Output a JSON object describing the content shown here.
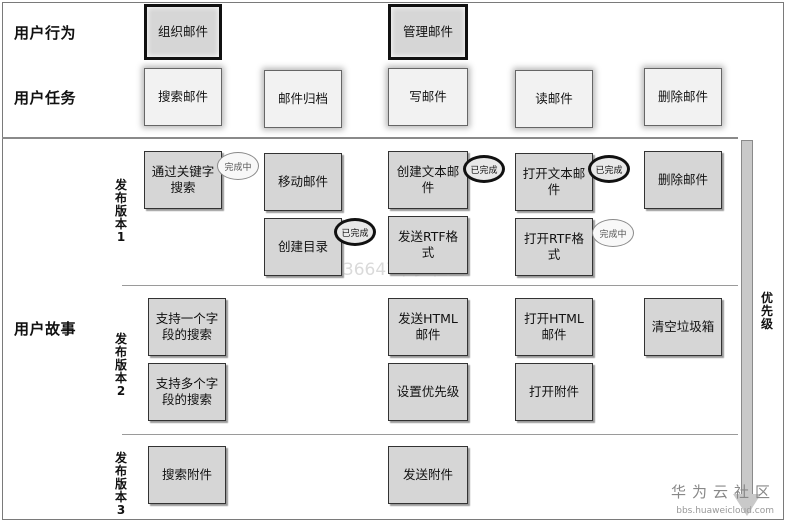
{
  "sections": {
    "user_activities": "用户行为",
    "user_tasks": "用户任务",
    "user_stories": "用户故事"
  },
  "releases": [
    "发布版本1",
    "发布版本2",
    "发布版本3"
  ],
  "priority_label": "优先级",
  "activities": [
    "组织邮件",
    "管理邮件"
  ],
  "tasks": [
    "搜索邮件",
    "邮件归档",
    "写邮件",
    "读邮件",
    "删除邮件"
  ],
  "stories": {
    "r1": [
      "通过关键字搜索",
      "移动邮件",
      "创建文本邮件",
      "打开文本邮件",
      "删除邮件",
      "创建目录",
      "发送RTF格式",
      "打开RTF格式"
    ],
    "r2": [
      "支持一个字段的搜索",
      "发送HTML邮件",
      "打开HTML邮件",
      "清空垃圾箱",
      "支持多个字段的搜索",
      "设置优先级",
      "打开附件"
    ],
    "r3": [
      "搜索附件",
      "发送附件"
    ]
  },
  "status": {
    "done": "已完成",
    "in_progress": "完成中"
  },
  "watermark": "13814836647节步社区",
  "logo": {
    "name": "华为云社区",
    "url": "bbs.huaweicloud.com"
  }
}
